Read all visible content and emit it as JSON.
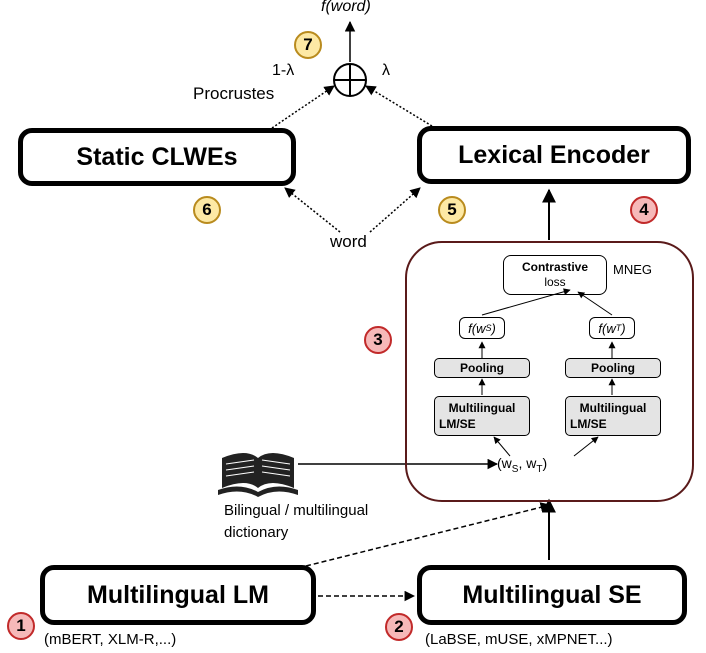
{
  "top_output": "f(word)",
  "combine": {
    "left_weight": "1-λ",
    "right_weight": "λ",
    "left_path_label": "Procrustes"
  },
  "boxes": {
    "static": "Static CLWEs",
    "lexical": "Lexical Encoder",
    "mlm": "Multilingual LM",
    "mse": "Multilingual SE"
  },
  "word_label": "word",
  "inner": {
    "contrastive_line1": "Contrastive",
    "contrastive_line2": "loss",
    "mneg": "MNEG",
    "f_ws": "f(w",
    "f_ws_sub": "S",
    "f_wt": "f(w",
    "f_wt_sub": "T",
    "pooling_left": "Pooling",
    "pooling_right": "Pooling",
    "lm_left_line1": "Multilingual",
    "lm_left_line2": "LM/SE",
    "lm_right_line1": "Multilingual",
    "lm_right_line2": "LM/SE",
    "pair_w": "(w",
    "pair_s": "S",
    "pair_mid": ", w",
    "pair_t": "T",
    "pair_end": ")"
  },
  "dictionary": {
    "line1": "Bilingual / multilingual",
    "line2": "dictionary"
  },
  "examples": {
    "mlm": "(mBERT, XLM-R,...)",
    "mse": "(LaBSE, mUSE, xMPNET...)"
  },
  "badges": {
    "b1": "1",
    "b2": "2",
    "b3": "3",
    "b4": "4",
    "b5": "5",
    "b6": "6",
    "b7": "7"
  },
  "colors": {
    "badge_red": "#f6b9b9",
    "badge_yellow": "#fde9a5",
    "panel_border": "#5a1a1a",
    "gray_box": "#e4e4e4"
  }
}
